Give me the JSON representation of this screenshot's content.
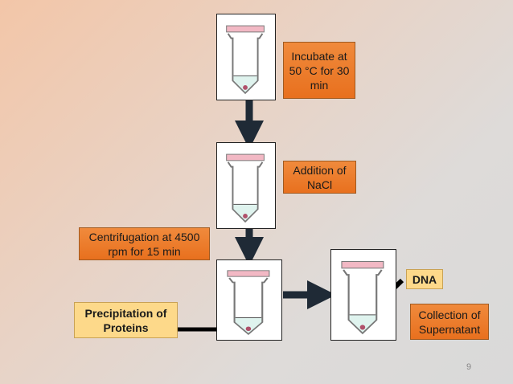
{
  "steps": {
    "incubate": "Incubate at 50 °C for 30 min",
    "nacl": "Addition of NaCl",
    "centrifugation": "Centrifugation at 4500 rpm for 15 min",
    "precipitation": "Precipitation of Proteins",
    "dna": "DNA",
    "collection": "Collection of Supernatant"
  },
  "page_number": "9",
  "colors": {
    "orange": "#ed7d31",
    "yellow": "#fdd98a",
    "cap": "#f2b8c4",
    "liquid": "#dff3ee",
    "pellet": "#b0506a"
  }
}
